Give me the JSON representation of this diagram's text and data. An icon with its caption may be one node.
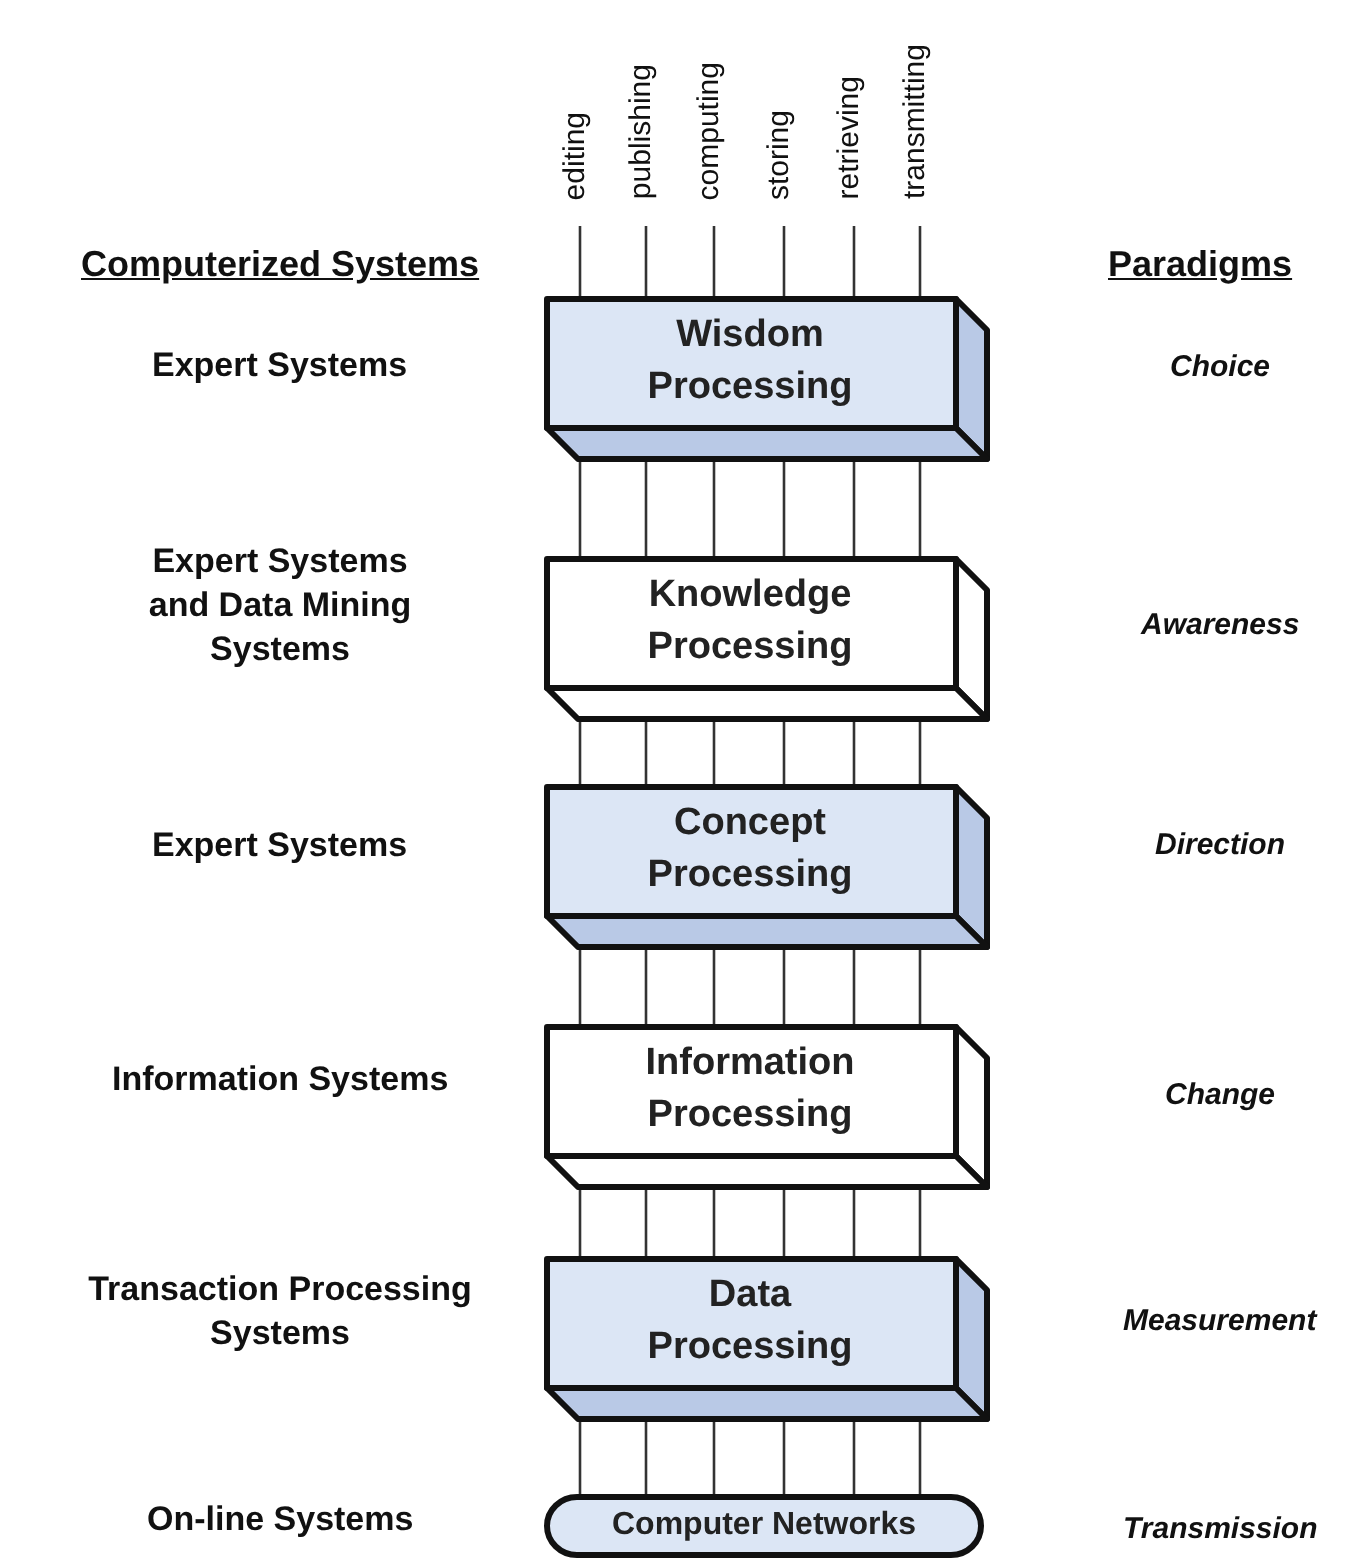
{
  "diagram": {
    "nodes": [
      {
        "text": [
          "editing"
        ]
      },
      {
        "text": [
          "publishing"
        ]
      },
      {
        "text": [
          "computing"
        ]
      },
      {
        "text": [
          "storing"
        ]
      },
      {
        "text": [
          "retrieving"
        ]
      },
      {
        "text": [
          "transmitting"
        ]
      },
      {
        "text": [
          "Wisdom Processing"
        ]
      },
      {
        "text": [
          "Knowledge Processing"
        ]
      },
      {
        "text": [
          "Concept Processing"
        ]
      },
      {
        "text": [
          "Information Processing"
        ]
      },
      {
        "text": [
          "Data Processing"
        ]
      },
      {
        "text": [
          "Computer Networks"
        ]
      }
    ],
    "edges": [
      {
        "from": 0,
        "to": 6,
        "arrow": "none"
      },
      {
        "from": 1,
        "to": 6,
        "arrow": "none"
      },
      {
        "from": 2,
        "to": 6,
        "arrow": "none"
      },
      {
        "from": 3,
        "to": 6,
        "arrow": "none"
      },
      {
        "from": 4,
        "to": 6,
        "arrow": "none"
      },
      {
        "from": 5,
        "to": 6,
        "arrow": "none"
      },
      {
        "from": 6,
        "to": 7,
        "arrow": "none"
      },
      {
        "from": 6,
        "to": 7,
        "arrow": "none"
      },
      {
        "from": 6,
        "to": 7,
        "arrow": "none"
      },
      {
        "from": 6,
        "to": 7,
        "arrow": "none"
      },
      {
        "from": 6,
        "to": 7,
        "arrow": "none"
      },
      {
        "from": 6,
        "to": 7,
        "arrow": "none"
      },
      {
        "from": 7,
        "to": 8,
        "arrow": "none"
      },
      {
        "from": 7,
        "to": 8,
        "arrow": "none"
      },
      {
        "from": 7,
        "to": 8,
        "arrow": "none"
      },
      {
        "from": 7,
        "to": 8,
        "arrow": "none"
      },
      {
        "from": 7,
        "to": 8,
        "arrow": "none"
      },
      {
        "from": 7,
        "to": 8,
        "arrow": "none"
      },
      {
        "from": 8,
        "to": 9,
        "arrow": "none"
      },
      {
        "from": 8,
        "to": 9,
        "arrow": "none"
      },
      {
        "from": 8,
        "to": 9,
        "arrow": "none"
      },
      {
        "from": 8,
        "to": 9,
        "arrow": "none"
      },
      {
        "from": 8,
        "to": 9,
        "arrow": "none"
      },
      {
        "from": 8,
        "to": 9,
        "arrow": "none"
      },
      {
        "from": 9,
        "to": 10,
        "arrow": "none"
      },
      {
        "from": 9,
        "to": 10,
        "arrow": "none"
      },
      {
        "from": 9,
        "to": 10,
        "arrow": "none"
      },
      {
        "from": 9,
        "to": 10,
        "arrow": "none"
      },
      {
        "from": 9,
        "to": 10,
        "arrow": "none"
      },
      {
        "from": 9,
        "to": 10,
        "arrow": "none"
      },
      {
        "from": 10,
        "to": 11,
        "arrow": "none"
      },
      {
        "from": 10,
        "to": 11,
        "arrow": "none"
      },
      {
        "from": 10,
        "to": 11,
        "arrow": "none"
      },
      {
        "from": 10,
        "to": 11,
        "arrow": "none"
      },
      {
        "from": 10,
        "to": 11,
        "arrow": "none"
      },
      {
        "from": 10,
        "to": 11,
        "arrow": "none"
      }
    ],
    "labels": [
      "Computerized Systems",
      "Paradigms",
      "Expert Systems",
      "Choice",
      "Expert Systems and Data Mining Systems",
      "Awareness",
      "Expert Systems",
      "Direction",
      "Information Systems",
      "Change",
      "Transaction Processing Systems",
      "Measurement",
      "On-line Systems",
      "Transmission"
    ]
  }
}
